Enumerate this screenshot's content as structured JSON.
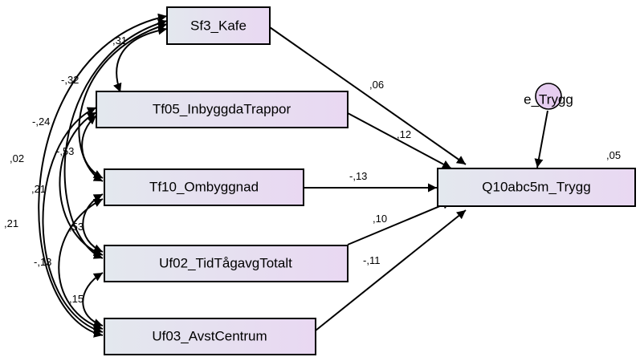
{
  "variables": {
    "sf3": "Sf3_Kafe",
    "tf05": "Tf05_InbyggdaTrappor",
    "tf10": "Tf10_Ombyggnad",
    "uf02": "Uf02_TidTågavgTotalt",
    "uf03": "Uf03_AvstCentrum",
    "q10": "Q10abc5m_Trygg",
    "error": "e_Trygg"
  },
  "regression_weights": {
    "sf3": ",06",
    "tf05": ",12",
    "tf10": "-,13",
    "uf02": ",10",
    "uf03": "-,11"
  },
  "r_squared": ",05",
  "covariances": {
    "sf3_tf05": ",31",
    "sf3_tf10": "-,32",
    "sf3_uf02": "-,24",
    "sf3_uf03": ",02",
    "tf05_tf10": "-,53",
    "tf05_uf02": ",21",
    "tf05_uf03": ",21",
    "tf10_uf02": ",53",
    "tf10_uf03": "-,13",
    "uf02_uf03": ",15"
  },
  "colors": {
    "box_gradient_start": "#e3e8ee",
    "box_gradient_end": "#e9d8f2",
    "error_fill": "#e6cdf0",
    "stroke": "#000000"
  }
}
